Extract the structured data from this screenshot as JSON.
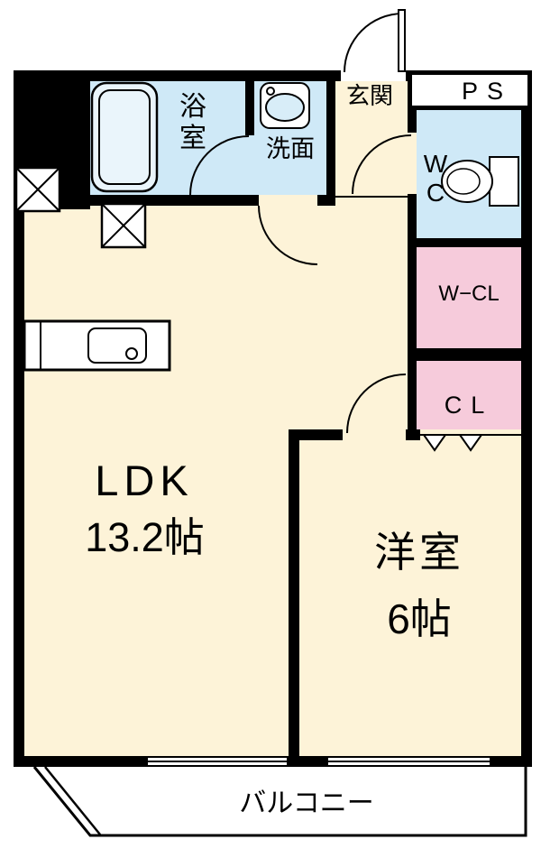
{
  "rooms": {
    "bathroom": {
      "label": "浴室"
    },
    "washroom": {
      "label": "洗面"
    },
    "entrance": {
      "label": "玄関"
    },
    "pipe_space": {
      "label": "PS"
    },
    "wc": {
      "label": "WC"
    },
    "walk_in_closet": {
      "label": "W−CL"
    },
    "closet": {
      "label": "CL"
    },
    "ldk": {
      "label": "LDK",
      "area": "13.2帖"
    },
    "western_room": {
      "label": "洋室",
      "area": "6帖"
    },
    "balcony": {
      "label": "バルコニー"
    }
  },
  "colors": {
    "wet_area": "#cfe9f7",
    "closet_area": "#f6cbdb",
    "living_area": "#fdf3d8",
    "wall": "#000000",
    "background": "#ffffff"
  }
}
